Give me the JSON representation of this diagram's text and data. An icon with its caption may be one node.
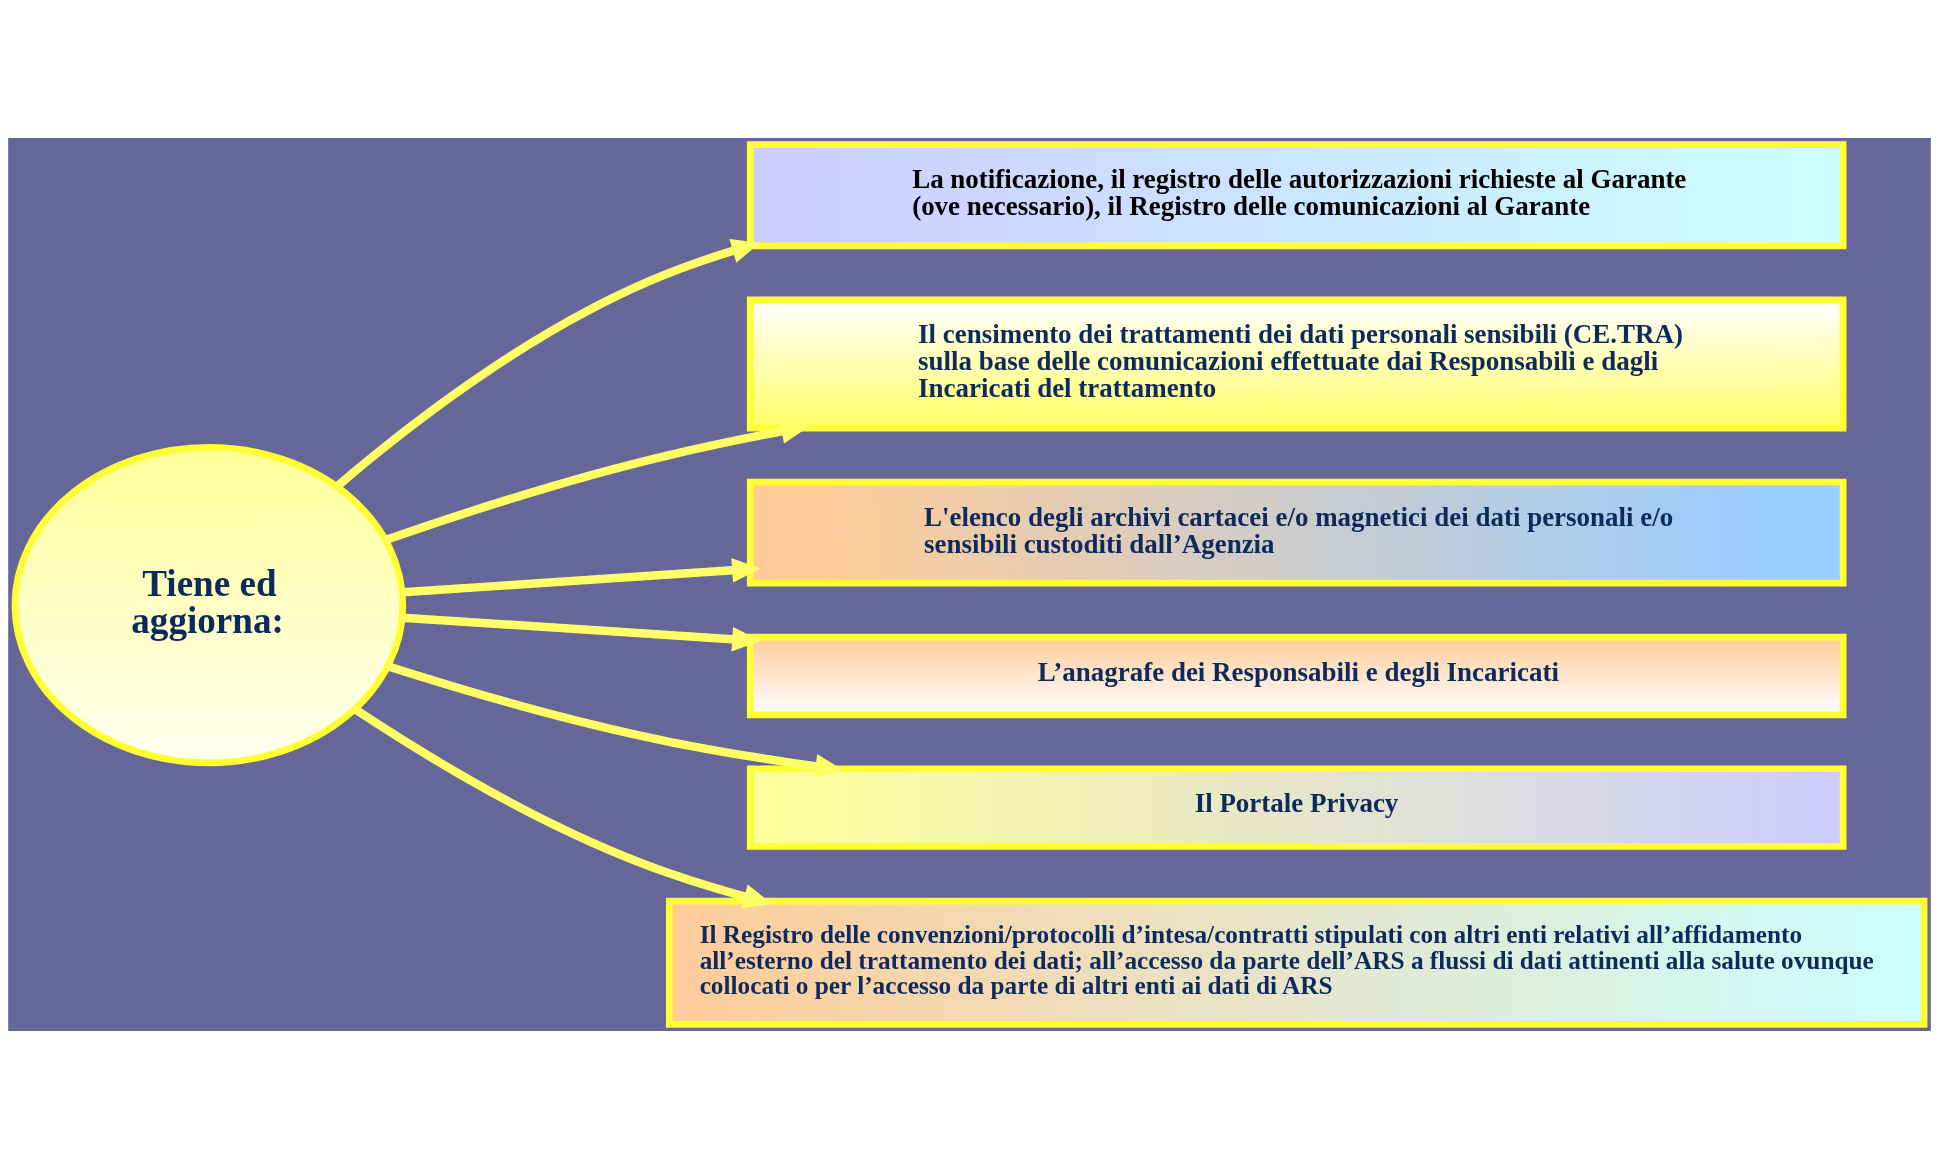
{
  "diagram": {
    "nodes": [
      {
        "text": [
          "Tiene ed aggiorna:"
        ]
      },
      {
        "text": [
          "La notificazione, il registro delle autorizzazioni richieste al Garante (ove necessario), il Registro delle comunicazioni al Garante"
        ]
      },
      {
        "text": [
          "Il censimento dei trattamenti dei dati personali sensibili (CE.TRA) sulla base delle comunicazioni effettuate dai Responsabili e dagli Incaricati del trattamento"
        ]
      },
      {
        "text": [
          "L'elenco degli archivi cartacei e/o magnetici dei dati personali e/o sensibili custoditi dall’Agenzia"
        ]
      },
      {
        "text": [
          "L’anagrafe dei Responsabili e degli Incaricati"
        ]
      },
      {
        "text": [
          "Il Portale Privacy"
        ]
      },
      {
        "text": [
          "Il Registro delle convenzioni/protocolli d’intesa/contratti stipulati con altri enti relativi all’affidamento all’esterno del trattamento dei dati; all’accesso da parte dell’ARS a flussi di dati attinenti alla salute ovunque collocati o per l’accesso da parte di altri enti ai dati di ARS"
        ]
      }
    ],
    "edges": [
      {
        "from": 0,
        "to": 1,
        "arrow": "to"
      },
      {
        "from": 0,
        "to": 2,
        "arrow": "to"
      },
      {
        "from": 0,
        "to": 3,
        "arrow": "to"
      },
      {
        "from": 0,
        "to": 4,
        "arrow": "to"
      },
      {
        "from": 0,
        "to": 5,
        "arrow": "to"
      },
      {
        "from": 0,
        "to": 6,
        "arrow": "to"
      }
    ]
  }
}
